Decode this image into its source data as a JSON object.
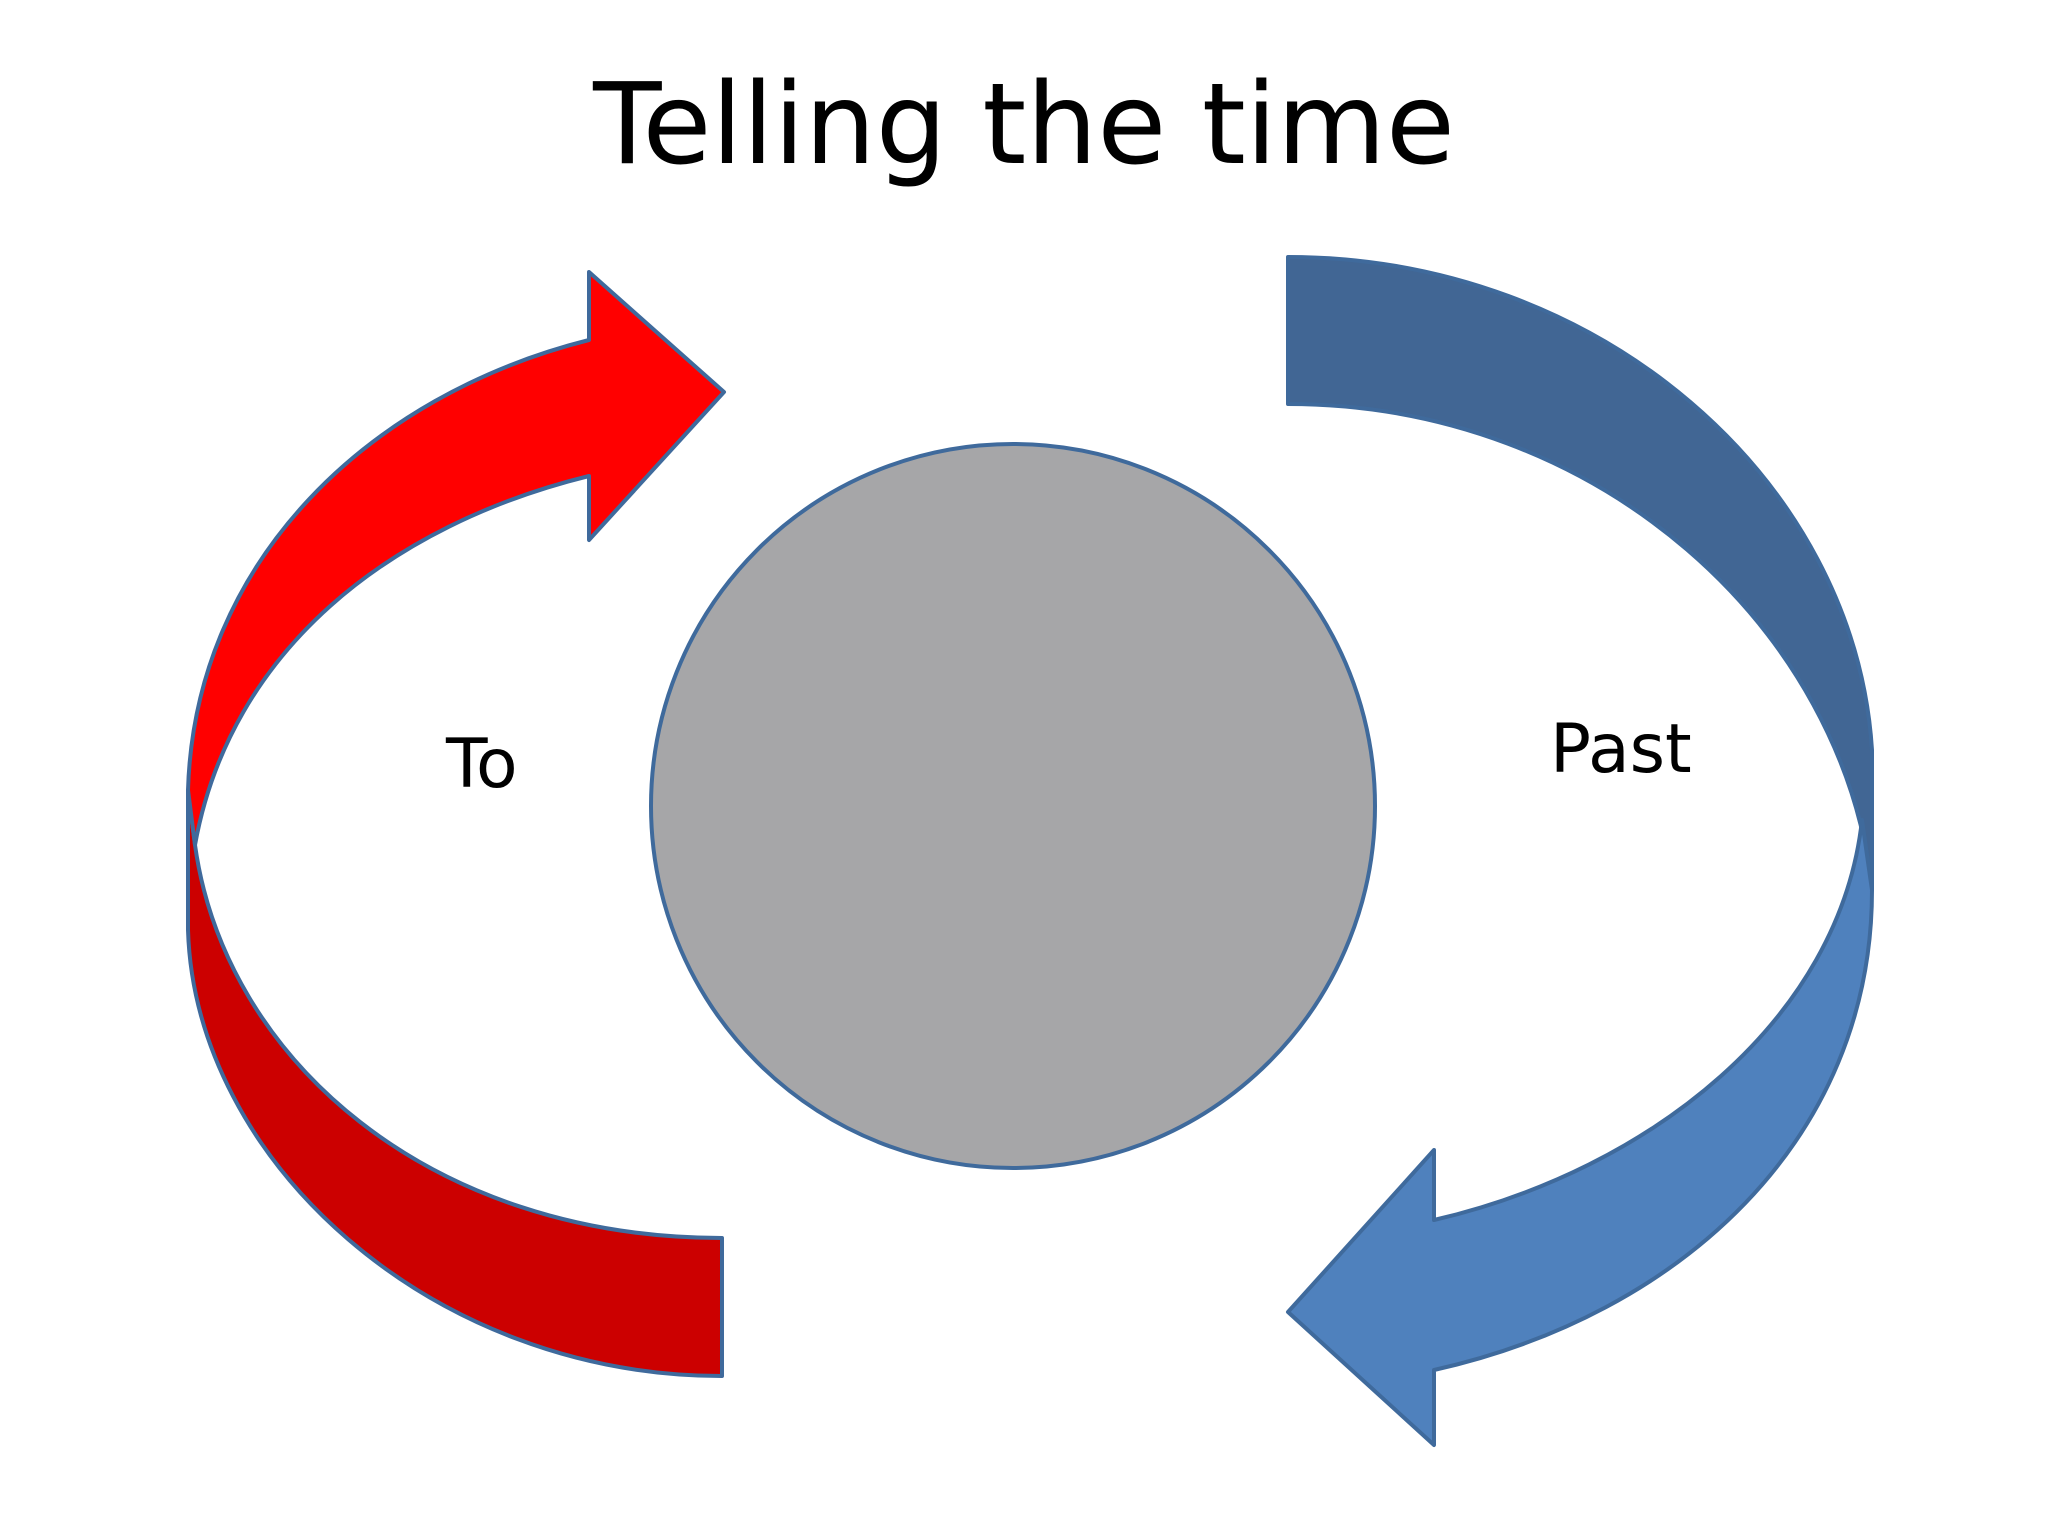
{
  "slide": {
    "title": "Telling the time",
    "labels": {
      "to": "To",
      "past": "Past"
    }
  },
  "colors": {
    "red_arrow_top": "#ff0000",
    "red_arrow_bottom": "#cc0000",
    "blue_arrow_top": "#416694",
    "blue_arrow_bottom": "#4f81bd",
    "clock_face": "#a6a6a8",
    "outline": "#3f6a9c"
  },
  "icons": {
    "to_arrow": "curved-arrow-icon",
    "past_arrow": "curved-arrow-icon",
    "clock": "circle-icon"
  }
}
